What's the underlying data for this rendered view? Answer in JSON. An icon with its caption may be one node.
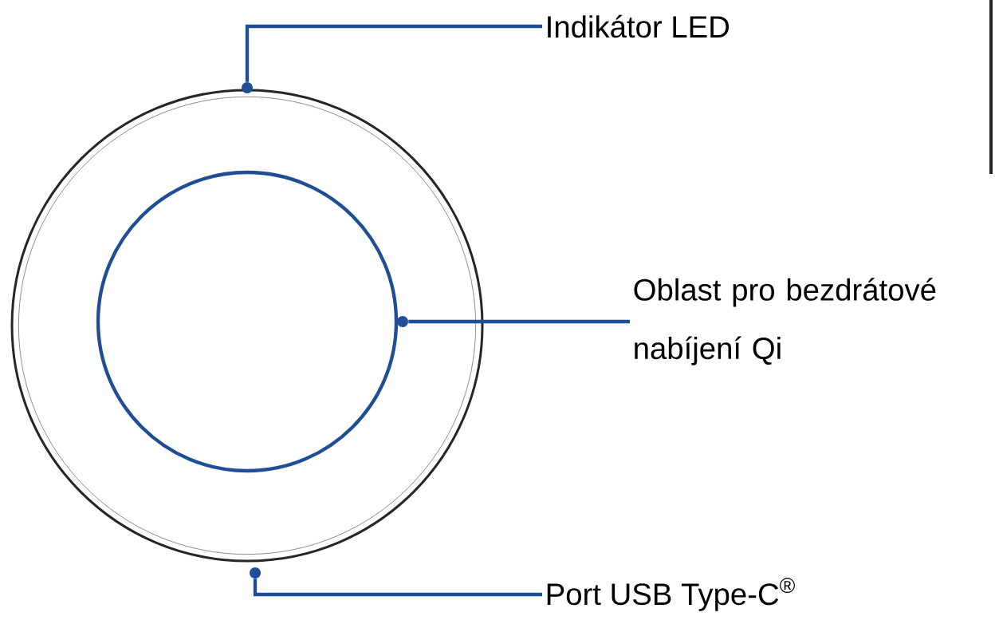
{
  "diagram": {
    "nodes": [
      {
        "text": [],
        "shape": "circle"
      },
      {
        "text": [],
        "shape": "circle",
        "in": 0
      },
      {
        "text": [
          "Indikátor LED"
        ]
      },
      {
        "text": [
          "Oblast pro bezdrátové nabíjení Qi"
        ]
      },
      {
        "text": [
          "Port USB Type-C$^{®}$"
        ]
      },
      {
        "text": [],
        "shape": "dot"
      },
      {
        "text": [],
        "shape": "dot"
      },
      {
        "text": [],
        "shape": "dot",
        "in": 0
      }
    ],
    "edges": [
      {
        "from": 2,
        "to": 5,
        "arrow": "none",
        "color": "#1f4e96"
      },
      {
        "from": 3,
        "to": 7,
        "arrow": "none",
        "color": "#1f4e96"
      },
      {
        "from": 4,
        "to": 6,
        "arrow": "none",
        "color": "#1f4e96"
      }
    ]
  }
}
